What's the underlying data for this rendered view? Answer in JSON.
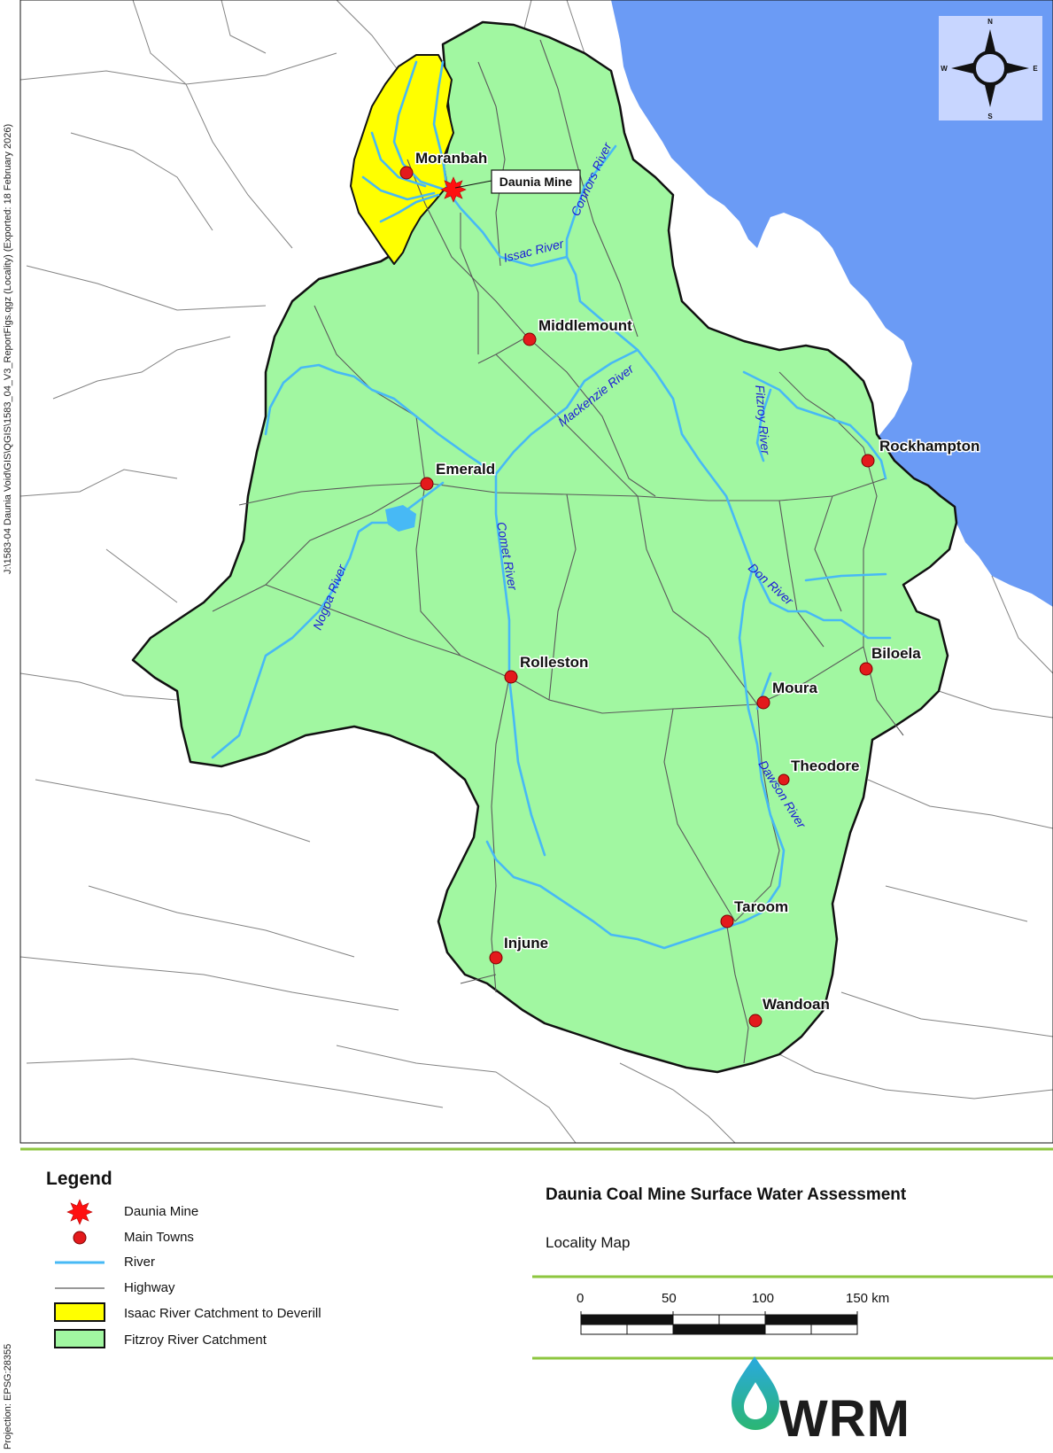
{
  "side_text": {
    "file_path": "J:\\1583-04 Daunia Void\\GIS\\QGIS\\1583_04_V3_ReportFigs.qgz (Locality) (Exported: 18 February 2026)",
    "projection": "Projection: EPSG:28355"
  },
  "compass": {
    "n": "N",
    "s": "S",
    "e": "E",
    "w": "W"
  },
  "towns": [
    {
      "name": "Moranbah"
    },
    {
      "name": "Middlemount"
    },
    {
      "name": "Emerald"
    },
    {
      "name": "Rockhampton"
    },
    {
      "name": "Rolleston"
    },
    {
      "name": "Biloela"
    },
    {
      "name": "Moura"
    },
    {
      "name": "Theodore"
    },
    {
      "name": "Taroom"
    },
    {
      "name": "Injune"
    },
    {
      "name": "Wandoan"
    }
  ],
  "mine_label": "Daunia Mine",
  "rivers": {
    "isaac": "Issac River",
    "connors": "Connors River",
    "mackenzie": "Mackenzie River",
    "fitzroy": "Fitzroy River",
    "comet": "Comet River",
    "nogoa": "Nogoa River",
    "don": "Don River",
    "dawson": "Dawson River"
  },
  "legend": {
    "title": "Legend",
    "items": [
      {
        "label": "Daunia Mine",
        "symbol": "red-star"
      },
      {
        "label": "Main Towns",
        "symbol": "red-dot"
      },
      {
        "label": "River",
        "symbol": "blue-line"
      },
      {
        "label": "Highway",
        "symbol": "grey-line"
      },
      {
        "label": "Isaac River Catchment to Deverill",
        "symbol": "yellow-box"
      },
      {
        "label": "Fitzroy River Catchment",
        "symbol": "green-box"
      }
    ]
  },
  "title_block": {
    "title": "Daunia Coal Mine Surface Water Assessment",
    "subtitle": "Locality Map"
  },
  "scale_bar": {
    "labels": [
      "0",
      "50",
      "100",
      "150 km"
    ],
    "values_km": [
      0,
      50,
      100,
      150
    ]
  },
  "logo": {
    "text": "WRM"
  },
  "colors": {
    "ocean": "#6b9bf5",
    "fitzroy_fill": "#a1f7a1",
    "isaac_fill": "#ffff00",
    "river": "#47b9f5",
    "highway": "#5a5a5a",
    "town": "#e31a1c",
    "accent_line": "#8dc63f",
    "river_label": "#1a1ad6"
  }
}
